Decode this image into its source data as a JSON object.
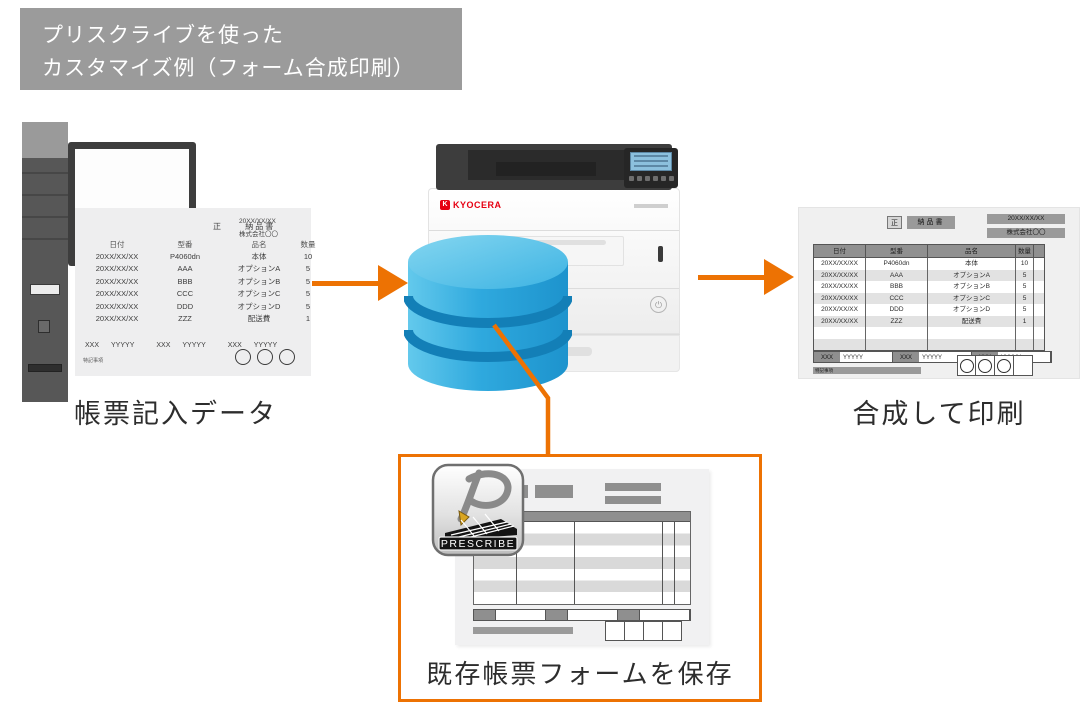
{
  "page": {
    "title_line1": "プリスクライブを使った",
    "title_line2": "カスタマイズ例（フォーム合成印刷）"
  },
  "captions": {
    "input_data": "帳票記入データ",
    "output": "合成して印刷",
    "form_box": "既存帳票フォームを保存"
  },
  "invoice": {
    "stamp": "正",
    "title": "納品書",
    "date": "20XX/XX/XX",
    "company": "株式会社〇〇",
    "columns": [
      "日付",
      "型番",
      "品名",
      "数量"
    ],
    "rows": [
      [
        "20XX/XX/XX",
        "P4060dn",
        "本体",
        "10"
      ],
      [
        "20XX/XX/XX",
        "AAA",
        "オプションA",
        "5"
      ],
      [
        "20XX/XX/XX",
        "BBB",
        "オプションB",
        "5"
      ],
      [
        "20XX/XX/XX",
        "CCC",
        "オプションC",
        "5"
      ],
      [
        "20XX/XX/XX",
        "DDD",
        "オプションD",
        "5"
      ],
      [
        "20XX/XX/XX",
        "ZZZ",
        "配送費",
        "1"
      ]
    ],
    "footer_groups": [
      {
        "left": "XXX",
        "right": "YYYYY"
      },
      {
        "left": "XXX",
        "right": "YYYYY"
      },
      {
        "left": "XXX",
        "right": "YYYYY"
      }
    ],
    "note": "特記事項"
  },
  "printer": {
    "brand": "KYOCERA"
  },
  "prescribe": {
    "label": "PRESCRIBE"
  },
  "colors": {
    "accent_orange": "#ED7203",
    "title_bg_gray": "#9B9B9B",
    "database_blue": "#2BA9DF",
    "kyocera_red": "#E60012"
  }
}
